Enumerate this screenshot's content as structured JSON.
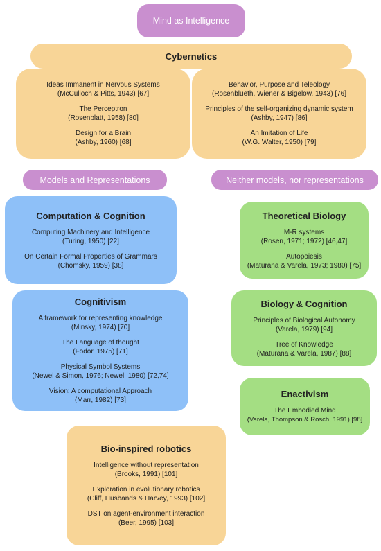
{
  "root": {
    "label": "Mind as Intelligence"
  },
  "cybernetics": {
    "label": "Cybernetics",
    "left": [
      {
        "title": "Ideas Immanent in Nervous Systems",
        "ref": "(McCulloch & Pitts, 1943) [67]"
      },
      {
        "title": "The Perceptron",
        "ref": "(Rosenblatt, 1958) [80]"
      },
      {
        "title": "Design for a Brain",
        "ref": "(Ashby, 1960) [68]"
      }
    ],
    "right": [
      {
        "title": "Behavior, Purpose and Teleology",
        "ref": "(Rosenblueth, Wiener & Bigelow, 1943) [76]"
      },
      {
        "title": "Principles of the self-organizing dynamic system",
        "ref": "(Ashby, 1947) [86]"
      },
      {
        "title": "An Imitation of Life",
        "ref": "(W.G. Walter, 1950) [79]"
      }
    ]
  },
  "branches": {
    "left": "Models and Representations",
    "right": "Neither models, nor representations"
  },
  "computation": {
    "heading": "Computation & Cognition",
    "items": [
      {
        "title": "Computing Machinery and Intelligence",
        "ref": "(Turing, 1950) [22]"
      },
      {
        "title": "On Certain Formal Properties of Grammars",
        "ref": "(Chomsky, 1959) [38]"
      }
    ]
  },
  "cognitivism": {
    "heading": "Cognitivism",
    "items": [
      {
        "title": "A framework for representing knowledge",
        "ref": "(Minsky, 1974) [70]"
      },
      {
        "title": "The Language of thought",
        "ref": "(Fodor, 1975) [71]"
      },
      {
        "title": "Physical Symbol Systems",
        "ref": "(Newel & Simon, 1976; Newel, 1980) [72,74]"
      },
      {
        "title": "Vision: A computational Approach",
        "ref": "(Marr, 1982) [73]"
      }
    ]
  },
  "theoretical_biology": {
    "heading": "Theoretical Biology",
    "items": [
      {
        "title": "M-R systems",
        "ref": "(Rosen, 1971; 1972) [46,47]"
      },
      {
        "title": "Autopoiesis",
        "ref": "(Maturana & Varela, 1973; 1980) [75]"
      }
    ]
  },
  "biology_cognition": {
    "heading": "Biology & Cognition",
    "items": [
      {
        "title": "Principles of Biological Autonomy",
        "ref": "(Varela, 1979) [94]"
      },
      {
        "title": "Tree of Knowledge",
        "ref": "(Maturana & Varela, 1987) [88]"
      }
    ]
  },
  "enactivism": {
    "heading": "Enactivism",
    "items": [
      {
        "title": "The Embodied Mind",
        "ref": "(Varela, Thompson & Rosch, 1991) [98]"
      }
    ]
  },
  "bio_robotics": {
    "heading": "Bio-inspired robotics",
    "items": [
      {
        "title": "Intelligence without representation",
        "ref": "(Brooks, 1991) [101]"
      },
      {
        "title": "Exploration in evolutionary robotics",
        "ref": "(Cliff, Husbands & Harvey, 1993) [102]"
      },
      {
        "title": "DST on agent-environment interaction",
        "ref": "(Beer, 1995) [103]"
      }
    ]
  }
}
